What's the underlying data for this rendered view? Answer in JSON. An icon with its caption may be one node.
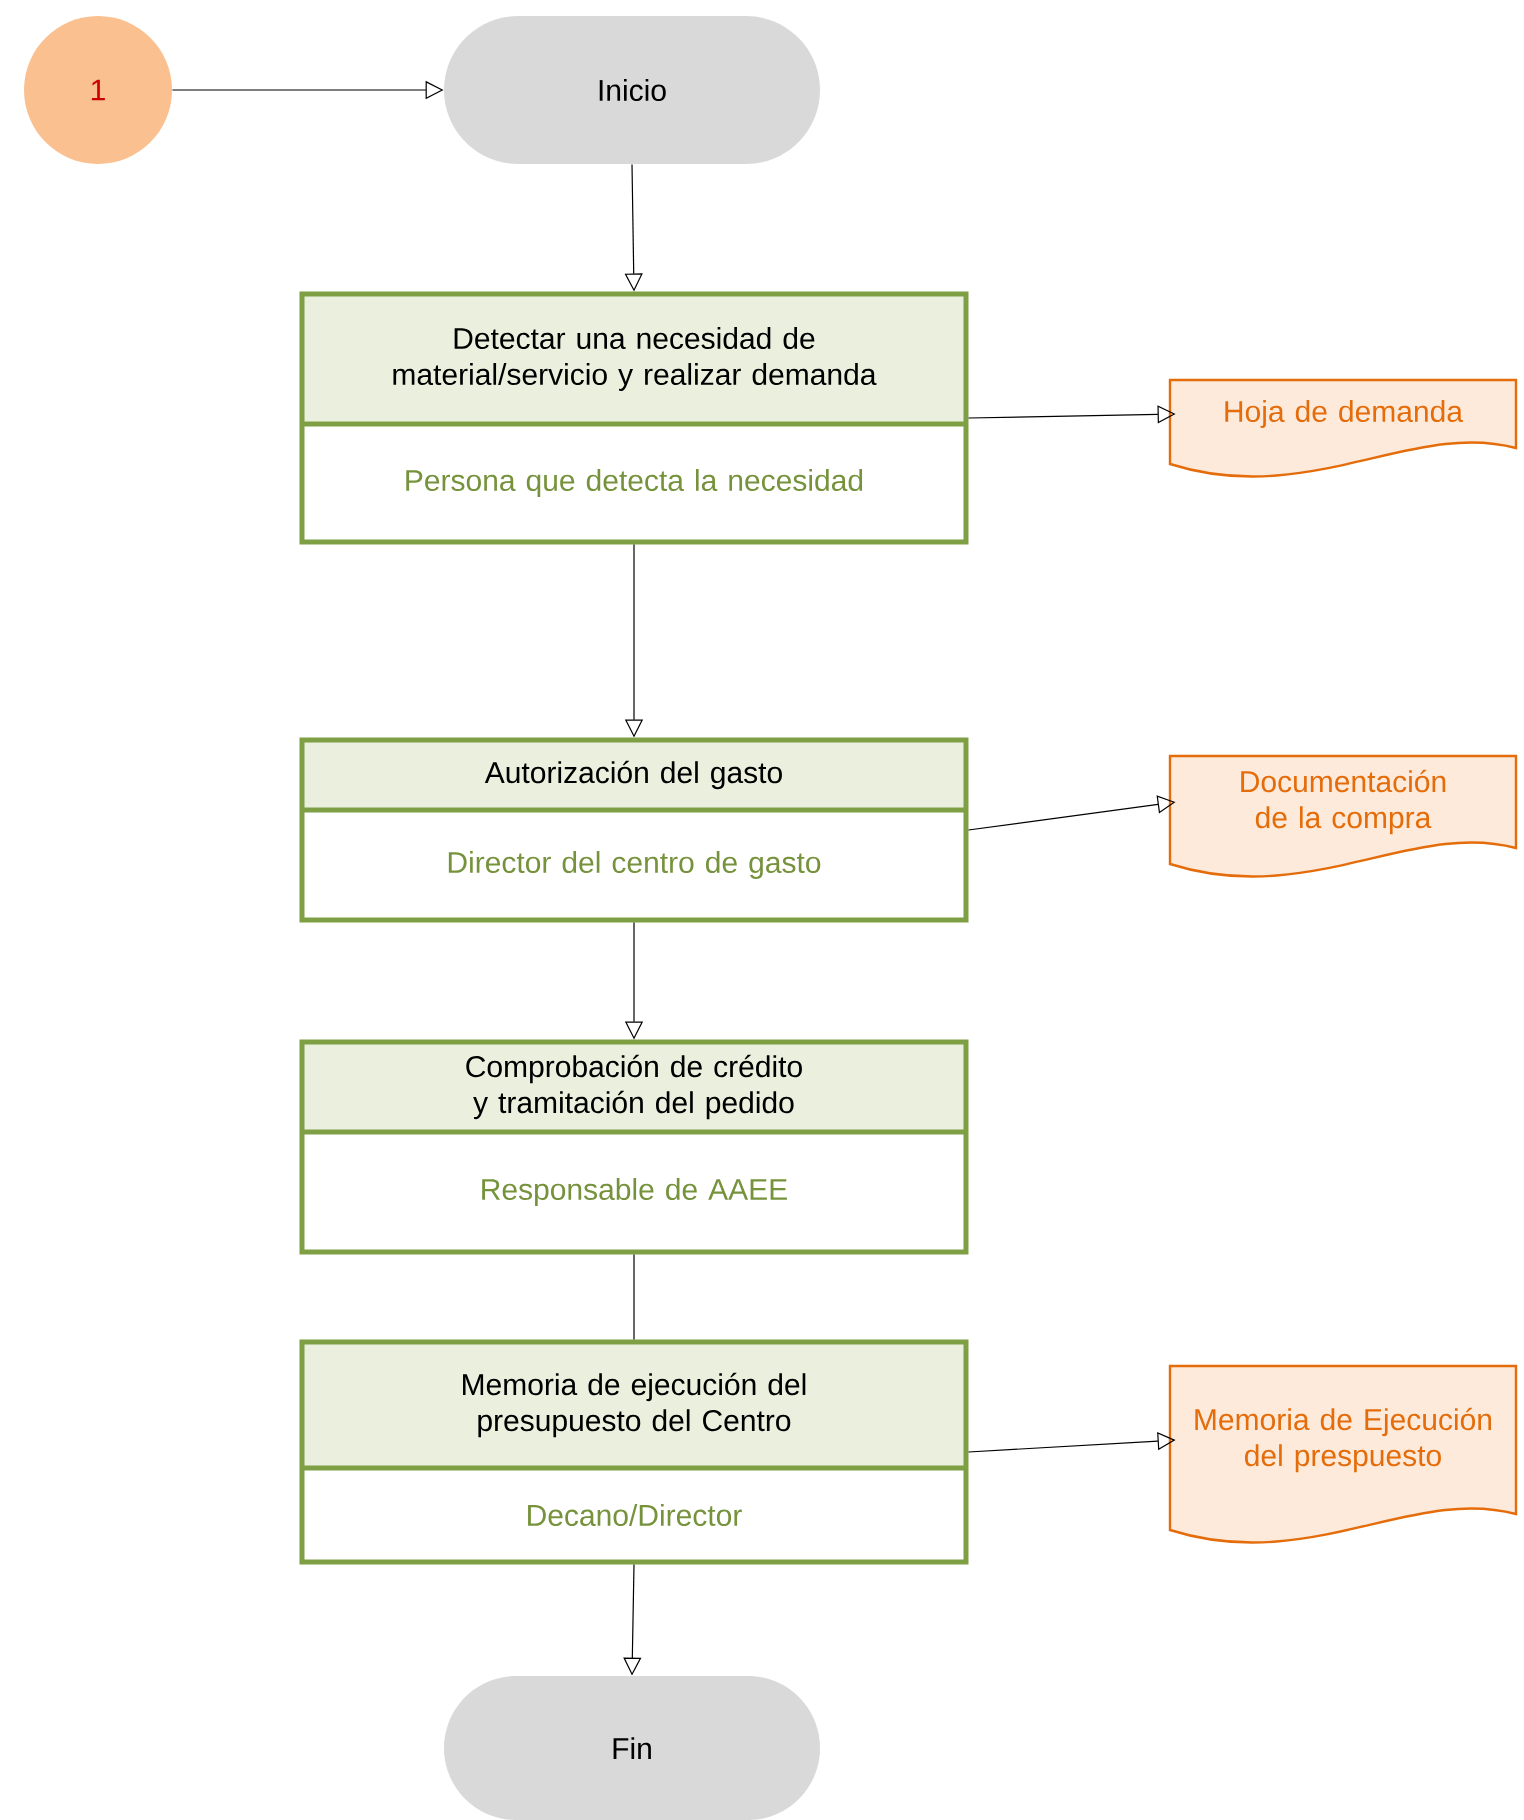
{
  "diagram": {
    "nodes": [
      {
        "text": [
          "1"
        ]
      },
      {
        "text": [
          "Inicio"
        ]
      },
      {
        "text": [
          "Detectar una necesidad de material/servicio y realizar demanda",
          "Persona que detecta la necesidad"
        ]
      },
      {
        "text": [
          "Hoja de demanda"
        ]
      },
      {
        "text": [
          "Autorización del gasto",
          "Director del centro de gasto"
        ]
      },
      {
        "text": [
          "Documentación de la compra"
        ]
      },
      {
        "text": [
          "Comprobación de crédito y tramitación del pedido",
          "Responsable de AAEE"
        ]
      },
      {
        "text": [
          "Memoria de ejecución del presupuesto del Centro",
          "Decano/Director"
        ]
      },
      {
        "text": [
          "Memoria de Ejecución del prespuesto"
        ]
      },
      {
        "text": [
          "Fin"
        ]
      }
    ],
    "edges": [
      {
        "from": 0,
        "to": 1,
        "arrow": "to"
      },
      {
        "from": 1,
        "to": 2,
        "arrow": "to"
      },
      {
        "from": 2,
        "to": 3,
        "arrow": "to"
      },
      {
        "from": 2,
        "to": 4,
        "arrow": "to"
      },
      {
        "from": 4,
        "to": 5,
        "arrow": "to"
      },
      {
        "from": 4,
        "to": 6,
        "arrow": "to"
      },
      {
        "from": 6,
        "to": 7,
        "arrow": "none"
      },
      {
        "from": 7,
        "to": 8,
        "arrow": "to"
      },
      {
        "from": 7,
        "to": 9,
        "arrow": "to"
      }
    ]
  }
}
